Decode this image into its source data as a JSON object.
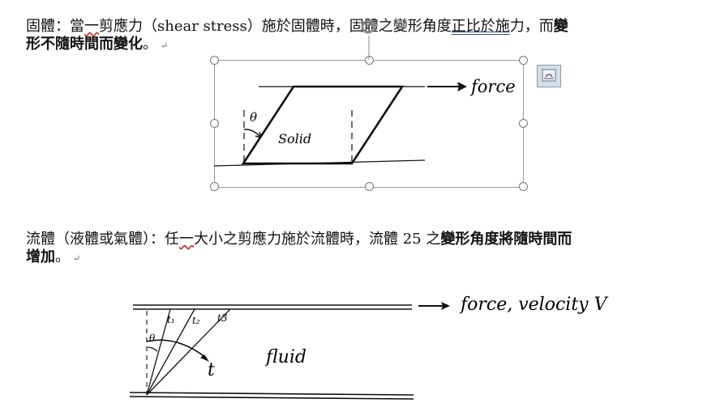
{
  "paragraph1": {
    "line1": {
      "a": "固體：當",
      "b": "一",
      "c": "剪應力（shear stress）施於固體時，固體之變形角度",
      "d": "正比於施",
      "e": "力，而",
      "f": "變"
    },
    "line2": "形不隨時間而變化",
    "line2_tail": "。",
    "para_mark": "↵"
  },
  "solid_figure": {
    "label_force": "force",
    "label_theta": "θ",
    "label_solid": "Solid"
  },
  "paragraph2": {
    "line1": {
      "a": "流體（液體或氣體）：任",
      "b": "一",
      "c": "大小之剪應力施於流體時，流體 25 之",
      "d": "變形角度將隨時間而"
    },
    "line2": "增加",
    "line2_tail": "。",
    "para_mark": "↵"
  },
  "fluid_figure": {
    "label_force": "force, velocity V",
    "label_t1": "t₁",
    "label_t2": "t₂",
    "label_t3": "t3",
    "label_t": "t",
    "label_theta": "θ",
    "label_fluid": "fluid"
  },
  "icons": {
    "rotate": "rotate-handle-icon",
    "layout": "layout-options-icon"
  }
}
